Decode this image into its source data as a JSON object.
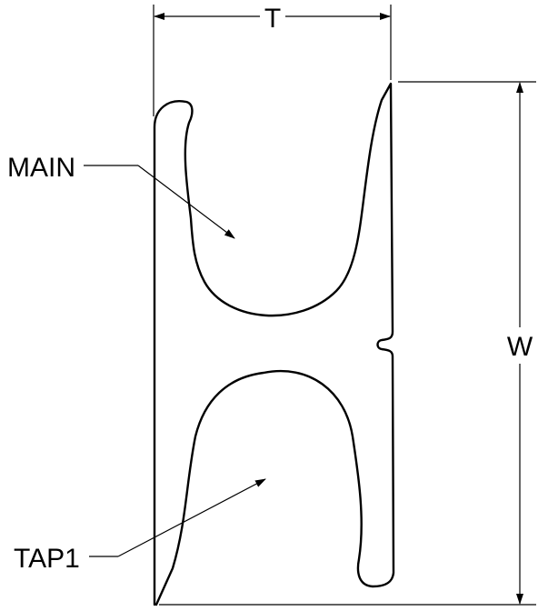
{
  "labels": {
    "thickness": "T",
    "width": "W",
    "main": "MAIN",
    "tap": "TAP1"
  }
}
